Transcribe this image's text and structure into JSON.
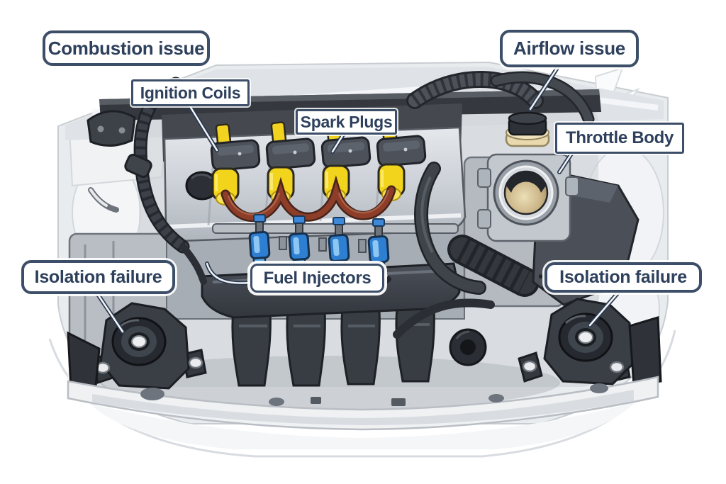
{
  "diagram": {
    "subject": "car engine bay illustration with diagnostic callouts",
    "callouts": {
      "combustion_issue": {
        "text": "Combustion issue",
        "style": "issue-rounded"
      },
      "ignition_coils": {
        "text": "Ignition Coils",
        "style": "part-square"
      },
      "spark_plugs": {
        "text": "Spark Plugs",
        "style": "part-square"
      },
      "airflow_issue": {
        "text": "Airflow issue",
        "style": "issue-rounded"
      },
      "throttle_body": {
        "text": "Throttle Body",
        "style": "part-square"
      },
      "isolation_failure_left": {
        "text": "Isolation failure",
        "style": "issue-rounded"
      },
      "fuel_injectors": {
        "text": "Fuel Injectors",
        "style": "issue-rounded"
      },
      "isolation_failure_right": {
        "text": "Isolation failure",
        "style": "issue-rounded"
      }
    },
    "depicted_parts": [
      "valve-cover",
      "ignition-coils",
      "spark-plug-boots",
      "spark-plug-wire",
      "fuel-rail",
      "fuel-injectors",
      "oil-filler-cap",
      "throttle-body",
      "air-intake-box",
      "intake-manifold",
      "engine-mount-left",
      "engine-mount-right",
      "wiring-harness",
      "radiator-support"
    ],
    "colors": {
      "callout_border": "#3d4f68",
      "callout_text": "#2e405c",
      "spark_boot_yellow": "#f3d41d",
      "injector_blue": "#2e7fd2",
      "plug_wire_red": "#8d3d28",
      "throttle_bore_tan": "#cdb88a",
      "oil_cap_cream": "#ead9ae",
      "engine_dark_gray": "#3a3e45",
      "body_light_gray": "#e9ecef"
    }
  }
}
